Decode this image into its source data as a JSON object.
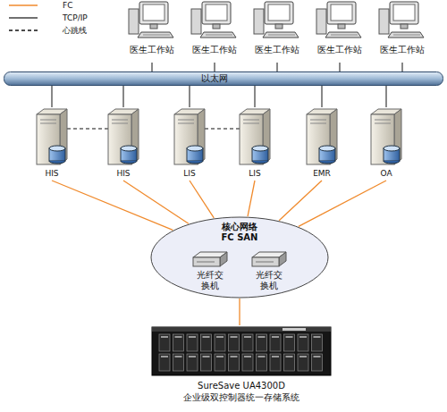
{
  "diagram": {
    "nodes": [
      {
        "text": [
          "医生工作站"
        ]
      },
      {
        "text": [
          "医生工作站"
        ]
      },
      {
        "text": [
          "医生工作站"
        ]
      },
      {
        "text": [
          "医生工作站"
        ]
      },
      {
        "text": [
          "医生工作站"
        ]
      },
      {
        "text": [
          "以太网"
        ]
      },
      {
        "text": [
          "HIS"
        ]
      },
      {
        "text": [
          "HIS"
        ]
      },
      {
        "text": [
          "LIS"
        ]
      },
      {
        "text": [
          "LIS"
        ]
      },
      {
        "text": [
          "EMR"
        ]
      },
      {
        "text": [
          "OA"
        ]
      },
      {
        "text": [
          "核心网络 FC SAN"
        ]
      },
      {
        "text": [
          "光纤交 换机"
        ],
        "in": 12
      },
      {
        "text": [
          "光纤交 换机"
        ],
        "in": 12
      },
      {
        "text": [
          "SureSave UA4300D",
          "企业级双控制器统一存储系统"
        ]
      }
    ],
    "edges": [
      {
        "from": 0,
        "to": 5,
        "arrow": "none"
      },
      {
        "from": 1,
        "to": 5,
        "arrow": "none"
      },
      {
        "from": 2,
        "to": 5,
        "arrow": "none"
      },
      {
        "from": 3,
        "to": 5,
        "arrow": "none"
      },
      {
        "from": 4,
        "to": 5,
        "arrow": "none"
      },
      {
        "from": 6,
        "to": 5,
        "arrow": "none"
      },
      {
        "from": 7,
        "to": 5,
        "arrow": "none"
      },
      {
        "from": 8,
        "to": 5,
        "arrow": "none"
      },
      {
        "from": 9,
        "to": 5,
        "arrow": "none"
      },
      {
        "from": 10,
        "to": 5,
        "arrow": "none"
      },
      {
        "from": 11,
        "to": 5,
        "arrow": "none"
      },
      {
        "from": 6,
        "to": 12,
        "arrow": "none"
      },
      {
        "from": 7,
        "to": 12,
        "arrow": "none"
      },
      {
        "from": 8,
        "to": 12,
        "arrow": "none"
      },
      {
        "from": 9,
        "to": 12,
        "arrow": "none"
      },
      {
        "from": 10,
        "to": 12,
        "arrow": "none"
      },
      {
        "from": 11,
        "to": 12,
        "arrow": "none"
      },
      {
        "from": 6,
        "to": 7,
        "arrow": "none"
      },
      {
        "from": 8,
        "to": 9,
        "arrow": "none"
      },
      {
        "from": 12,
        "to": 15,
        "arrow": "none"
      }
    ],
    "legend": [
      {
        "text": "FC"
      },
      {
        "text": "TCP/IP"
      },
      {
        "text": "心跳线"
      }
    ]
  }
}
